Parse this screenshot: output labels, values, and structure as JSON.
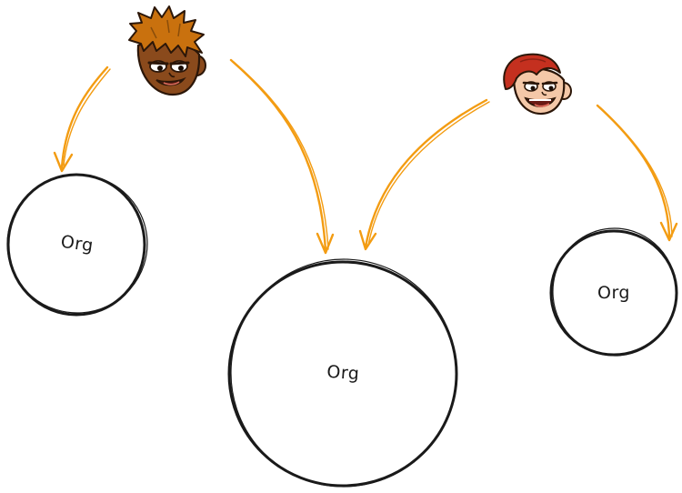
{
  "colors": {
    "arrow": "#f39c12",
    "circle_stroke": "#1a1a1a",
    "background": "#ffffff"
  },
  "people": [
    {
      "id": "person-1",
      "icon": "cartoon-boy-avatar-icon",
      "hair": "#c9710e",
      "skin": "#8a4a1c"
    },
    {
      "id": "person-2",
      "icon": "cartoon-redhead-avatar-icon",
      "hair": "#c4301f",
      "skin": "#f4c8a8"
    }
  ],
  "orgs": [
    {
      "id": "org-left",
      "label": "Org"
    },
    {
      "id": "org-center",
      "label": "Org"
    },
    {
      "id": "org-right",
      "label": "Org"
    }
  ],
  "arrows": [
    {
      "from": "person-1",
      "to": "org-left"
    },
    {
      "from": "person-1",
      "to": "org-center"
    },
    {
      "from": "person-2",
      "to": "org-center"
    },
    {
      "from": "person-2",
      "to": "org-right"
    }
  ]
}
